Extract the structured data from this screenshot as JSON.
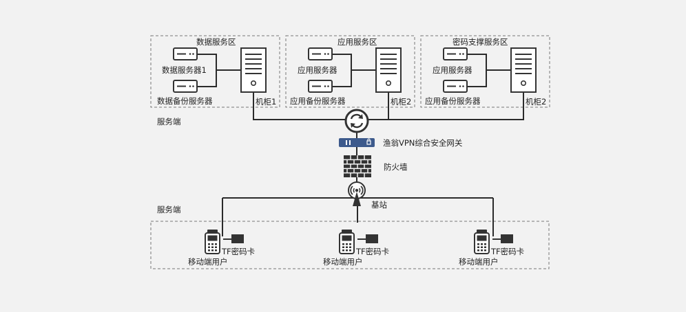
{
  "server_side": {
    "label_top": "服务端",
    "zones": [
      {
        "title": "数据服务区",
        "server1": "数据服务器1",
        "server2": "数据备份服务器",
        "cabinet": "机柜1"
      },
      {
        "title": "应用服务区",
        "server1": "应用服务器",
        "server2": "应用备份服务器",
        "cabinet": "机柜2"
      },
      {
        "title": "密码支撑服务区",
        "server1": "应用服务器",
        "server2": "应用备份服务器",
        "cabinet": "机柜2"
      }
    ]
  },
  "core": {
    "gateway": "渔翁VPN综合安全网关",
    "firewall": "防火墙",
    "base_station": "基站"
  },
  "client_side": {
    "label": "服务端",
    "users": [
      {
        "card": "TF密码卡",
        "user": "移动端用户"
      },
      {
        "card": "TF密码卡",
        "user": "移动端用户"
      },
      {
        "card": "TF密码卡",
        "user": "移动端用户"
      }
    ]
  },
  "colors": {
    "line": "#2a2a2a",
    "device_fill": "#ffffff",
    "dark": "#333333",
    "gateway_blue": "#3d5a8c",
    "dashed_border": "#777777",
    "background": "#f2f2f2"
  }
}
